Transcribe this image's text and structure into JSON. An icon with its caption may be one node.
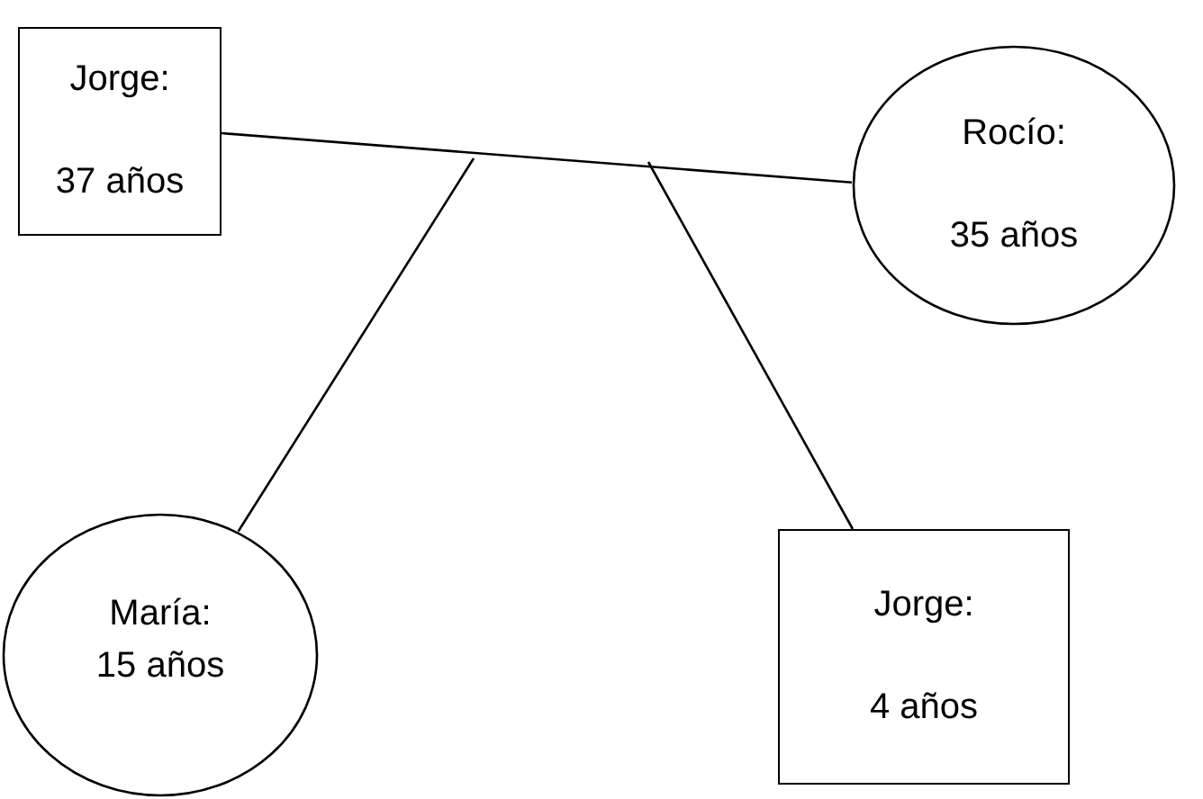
{
  "diagram": {
    "nodes": [
      {
        "text": [
          "Jorge:",
          "37 años"
        ]
      },
      {
        "text": [
          "Rocío:",
          "35 años"
        ]
      },
      {
        "text": [
          "María:",
          "15 años"
        ]
      },
      {
        "text": [
          "Jorge:",
          "4 años"
        ]
      }
    ],
    "edges": [
      {
        "from": 0,
        "to": 1,
        "arrow": "none"
      },
      {
        "from": null,
        "to": 2,
        "arrow": "none"
      },
      {
        "from": null,
        "to": 3,
        "arrow": "none"
      }
    ]
  }
}
